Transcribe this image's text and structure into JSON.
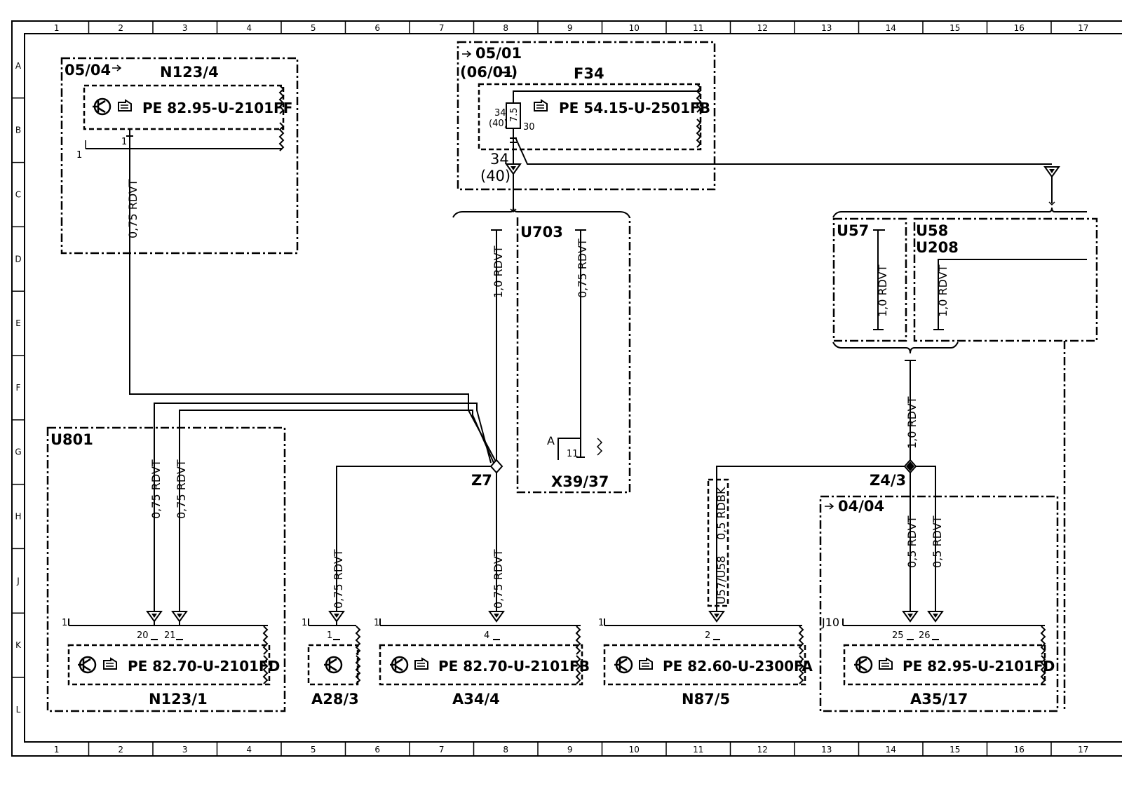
{
  "grid": {
    "columns": [
      "1",
      "2",
      "3",
      "4",
      "5",
      "6",
      "7",
      "8",
      "9",
      "10",
      "11",
      "12",
      "13",
      "14",
      "15",
      "16",
      "17"
    ],
    "rows": [
      "A",
      "B",
      "C",
      "D",
      "E",
      "F",
      "G",
      "H",
      "J",
      "K",
      "L"
    ]
  },
  "components": {
    "n123_4": {
      "name": "N123/4",
      "ref": "05/04",
      "pe": "PE 82.95-U-2101FF",
      "pin": "1",
      "ground_pin": "1"
    },
    "f34": {
      "name": "F34",
      "ref1": "05/01",
      "ref2": "(06/01",
      "pe": "PE 54.15-U-2501FB",
      "fuse": "7.5",
      "pin_in": "34",
      "pin_in_alt": "(40)",
      "pin_out": "30",
      "conn": "34",
      "conn_alt": "(40)"
    },
    "u703": {
      "name": "U703"
    },
    "x39_37": {
      "name": "X39/37",
      "pin": "11",
      "tag": "A"
    },
    "u801": {
      "name": "U801"
    },
    "u57": {
      "name": "U57"
    },
    "u58": {
      "name": "U58"
    },
    "u208": {
      "name": "U208"
    },
    "z7": {
      "name": "Z7"
    },
    "z4_3": {
      "name": "Z4/3"
    },
    "n123_1": {
      "name": "N123/1",
      "pe": "PE 82.70-U-2101FD",
      "pins": [
        "20",
        "21"
      ],
      "ground": "1"
    },
    "a28_3": {
      "name": "A28/3",
      "pin": "1",
      "ground": "1"
    },
    "a34_4": {
      "name": "A34/4",
      "pe": "PE 82.70-U-2101FB",
      "pin": "4",
      "ground": "1"
    },
    "n87_5": {
      "name": "N87/5",
      "pe": "PE 82.60-U-2300FA",
      "pin": "2",
      "ground": "1"
    },
    "a35_17": {
      "name": "A35/17",
      "ref": "04/04",
      "pe": "PE 82.95-U-2101FD",
      "pins": [
        "25",
        "26"
      ],
      "conn": "J10"
    }
  },
  "wires": {
    "w075": "0,75 RDVT",
    "w10": "1,0 RDVT",
    "w05": "0,5 RDVT",
    "w05bk": "0,5 RDBK",
    "u57u58": "U57/U58"
  }
}
